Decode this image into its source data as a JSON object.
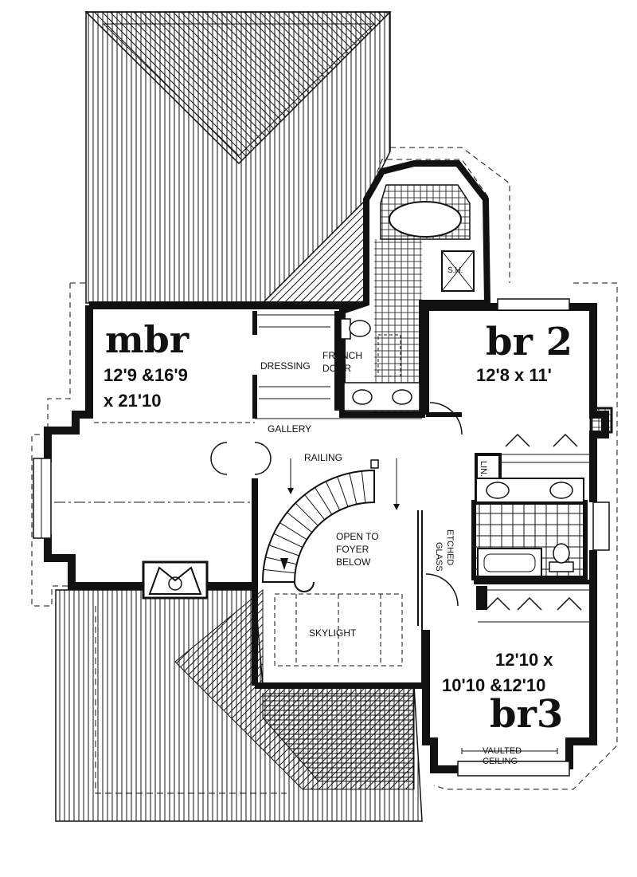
{
  "rooms": {
    "mbr": {
      "name": "mbr",
      "dim1": "12'9 &16'9",
      "dim2": "x 21'10"
    },
    "br2": {
      "name": "br 2",
      "dim1": "12'8 x 11'"
    },
    "br3": {
      "name": "br3",
      "dim1": "12'10 x",
      "dim2": "10'10 &12'10"
    }
  },
  "labels": {
    "dressing": "DRESSING",
    "french1": "FRENCH",
    "french2": "DOOR",
    "gallery": "GALLERY",
    "railing": "RAILING",
    "open1": "OPEN TO",
    "open2": "FOYER",
    "open3": "BELOW",
    "etched1": "ETCHED",
    "etched2": "GLASS",
    "skylight": "SKYLIGHT",
    "lin": "LIN.",
    "sh": "S.H.",
    "vaulted1": "VAULTED",
    "vaulted2": "CEILING"
  },
  "colors": {
    "ink": "#111111",
    "paper": "#ffffff"
  }
}
